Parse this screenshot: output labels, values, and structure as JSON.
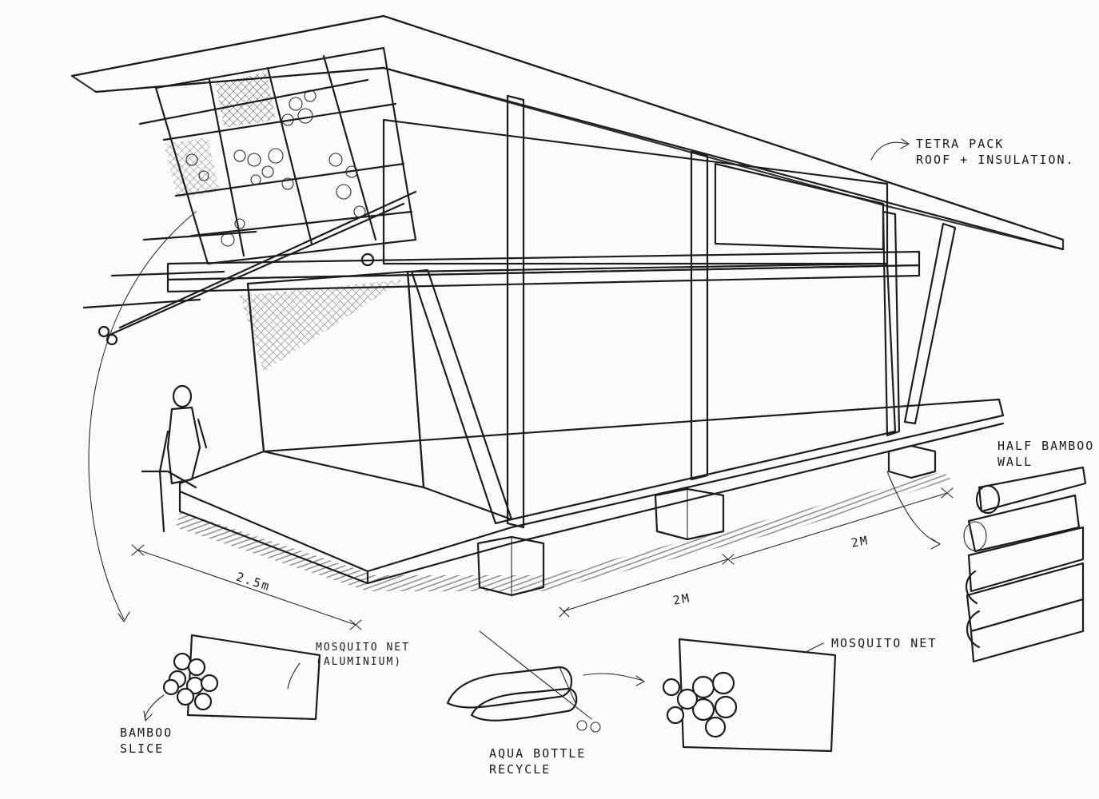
{
  "annotations": {
    "roof": [
      "TETRA PACK",
      "ROOF + INSULATION."
    ],
    "half_bamboo": [
      "HALF BAMBOO",
      "WALL"
    ],
    "dim_width": "2.5m",
    "dim_depth_right": "2M",
    "dim_length": "2M",
    "net_aluminium": [
      "MOSQUITO NET",
      "(ALUMINIUM)"
    ],
    "bamboo_slice": [
      "BAMBOO",
      "SLICE"
    ],
    "aqua_bottle": [
      "AQUA BOTTLE",
      "RECYCLE"
    ],
    "net_right": "MOSQUITO NET"
  }
}
